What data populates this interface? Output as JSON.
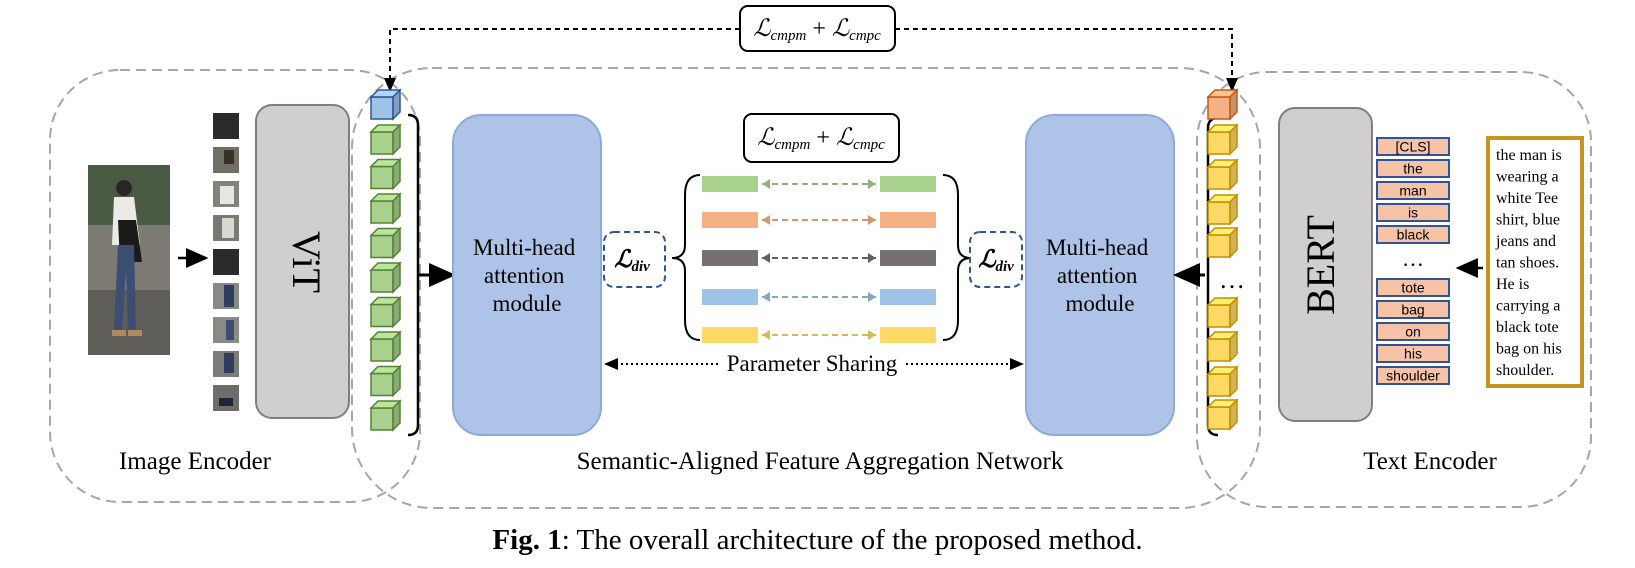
{
  "colors": {
    "mha_fill": "#aec3e8",
    "mha_stroke": "#8eaad8",
    "encoder_fill": "#d0cece",
    "token_fill": "#f7c3a6",
    "token_stroke": "#2f5597",
    "caption_box_stroke": "#c5961b",
    "green": "#a9d18e",
    "orange": "#f4b183",
    "gray": "#767171",
    "blue": "#9dc3e6",
    "yellow": "#ffd966",
    "dashed_region": "#a6a6a6",
    "ldiv_stroke": "#2f5597"
  },
  "loss_top": {
    "text1": "ℒ",
    "sub1": "cmpm",
    "plus": " + ",
    "text2": "ℒ",
    "sub2": "cmpc"
  },
  "loss_center": {
    "text1": "ℒ",
    "sub1": "cmpm",
    "plus": " + ",
    "text2": "ℒ",
    "sub2": "cmpc"
  },
  "ldiv_left": {
    "text": "ℒ",
    "sub": "div"
  },
  "ldiv_right": {
    "text": "ℒ",
    "sub": "div"
  },
  "vit_label": "ViT",
  "bert_label": "BERT",
  "mha_left": [
    "Multi-head",
    "attention",
    "module"
  ],
  "mha_right": [
    "Multi-head",
    "attention",
    "module"
  ],
  "param_sharing": "Parameter Sharing",
  "ellipsis_right": "…",
  "tokens": [
    "[CLS]",
    "the",
    "man",
    "is",
    "black",
    "…",
    "tote",
    "bag",
    "on",
    "his",
    "shoulder"
  ],
  "caption_text": [
    "the man is",
    "wearing a",
    "white Tee",
    "shirt, blue",
    "jeans and",
    "tan shoes.",
    "He is",
    "carrying a",
    "black tote",
    "bag on his",
    "shoulder."
  ],
  "region_labels": {
    "image_encoder": "Image Encoder",
    "aggregation": "Semantic-Aligned Feature Aggregation Network",
    "text_encoder": "Text Encoder"
  },
  "figure_caption": {
    "label": "Fig. 1",
    "text": ": The overall architecture of the proposed method."
  }
}
